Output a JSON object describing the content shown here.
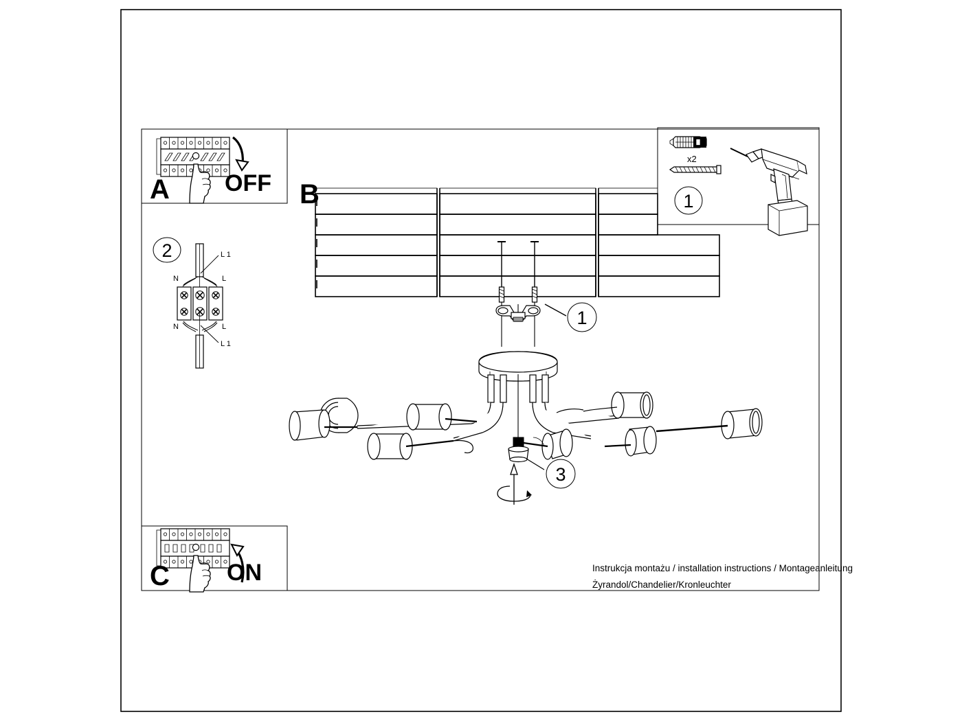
{
  "document": {
    "type": "installation-instruction-sheet",
    "product_line_1": "Instrukcja montażu / installation instructions / Montageanleitung",
    "product_line_2": "Żyrandol/Chandelier/Kronleuchter"
  },
  "steps": {
    "a": {
      "letter": "A",
      "action_label": "OFF",
      "description": "Switch the circuit breaker off"
    },
    "b": {
      "letter": "B",
      "description": "Mount the chandelier to the ceiling"
    },
    "c": {
      "letter": "C",
      "action_label": "ON",
      "description": "Switch the circuit breaker on"
    }
  },
  "callouts": {
    "hardware": "1",
    "wiring": "2",
    "cover_nut": "3"
  },
  "hardware_panel": {
    "number": "1",
    "quantity": "x2",
    "items": [
      "wall-plug",
      "screw",
      "power-drill"
    ]
  },
  "wiring_panel": {
    "number": "2",
    "labels": {
      "neutral_top": "N",
      "live_top": "L",
      "neutral_bottom": "N",
      "live_bottom": "L",
      "earth_top": "L 1",
      "earth_bottom": "L 1"
    }
  },
  "colors": {
    "ink": "#000000",
    "paper": "#ffffff"
  }
}
